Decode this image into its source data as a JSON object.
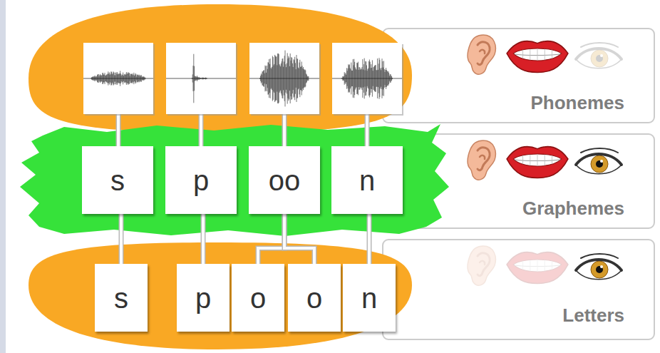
{
  "diagram": {
    "nodes": [
      {
        "text": [
          "Phonemes"
        ]
      },
      {
        "text": [
          "s"
        ]
      },
      {
        "text": [
          "p"
        ]
      },
      {
        "text": [
          "oo"
        ]
      },
      {
        "text": [
          "n"
        ]
      },
      {
        "text": [
          "Graphemes"
        ]
      },
      {
        "text": [
          "s"
        ]
      },
      {
        "text": [
          "p"
        ]
      },
      {
        "text": [
          "o"
        ]
      },
      {
        "text": [
          "o"
        ]
      },
      {
        "text": [
          "n"
        ]
      },
      {
        "text": [
          "Letters"
        ]
      }
    ],
    "edges": [
      {
        "from": 1,
        "to": 6,
        "arrow": "none"
      },
      {
        "from": 2,
        "to": 7,
        "arrow": "none"
      },
      {
        "from": 3,
        "to": 8,
        "arrow": "none"
      },
      {
        "from": 3,
        "to": 9,
        "arrow": "none"
      },
      {
        "from": 4,
        "to": 10,
        "arrow": "none"
      }
    ]
  }
}
